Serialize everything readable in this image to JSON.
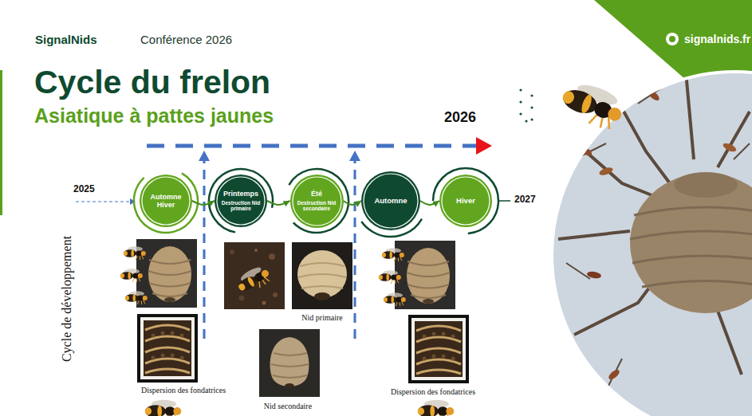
{
  "diagram": {
    "title": "Cycle du frelon",
    "nodes": [
      {
        "text": [
          "Automne Hiver"
        ]
      },
      {
        "text": [
          "Printemps",
          "Destruction Nid primaire"
        ]
      },
      {
        "text": [
          "Été",
          "Destruction Nid secondaire"
        ]
      },
      {
        "text": [
          "Automne"
        ]
      },
      {
        "text": [
          "Hiver"
        ]
      }
    ],
    "edges": [
      {
        "from": 0,
        "to": 1,
        "arrow": "to"
      },
      {
        "from": 1,
        "to": 2,
        "arrow": "to"
      },
      {
        "from": 2,
        "to": 3,
        "arrow": "to"
      },
      {
        "from": 3,
        "to": 4,
        "arrow": "to"
      }
    ],
    "labels": [
      "SignalNids",
      "Conférence 2026",
      "Asiatique à pattes jaunes",
      "2026",
      "2025",
      "2027",
      "Cycle de développement",
      "Dispersion des fondatrices",
      "Nid primaire",
      "Nid secondaire",
      "Dispersion des fondatrices",
      "signalnids.fr"
    ]
  }
}
